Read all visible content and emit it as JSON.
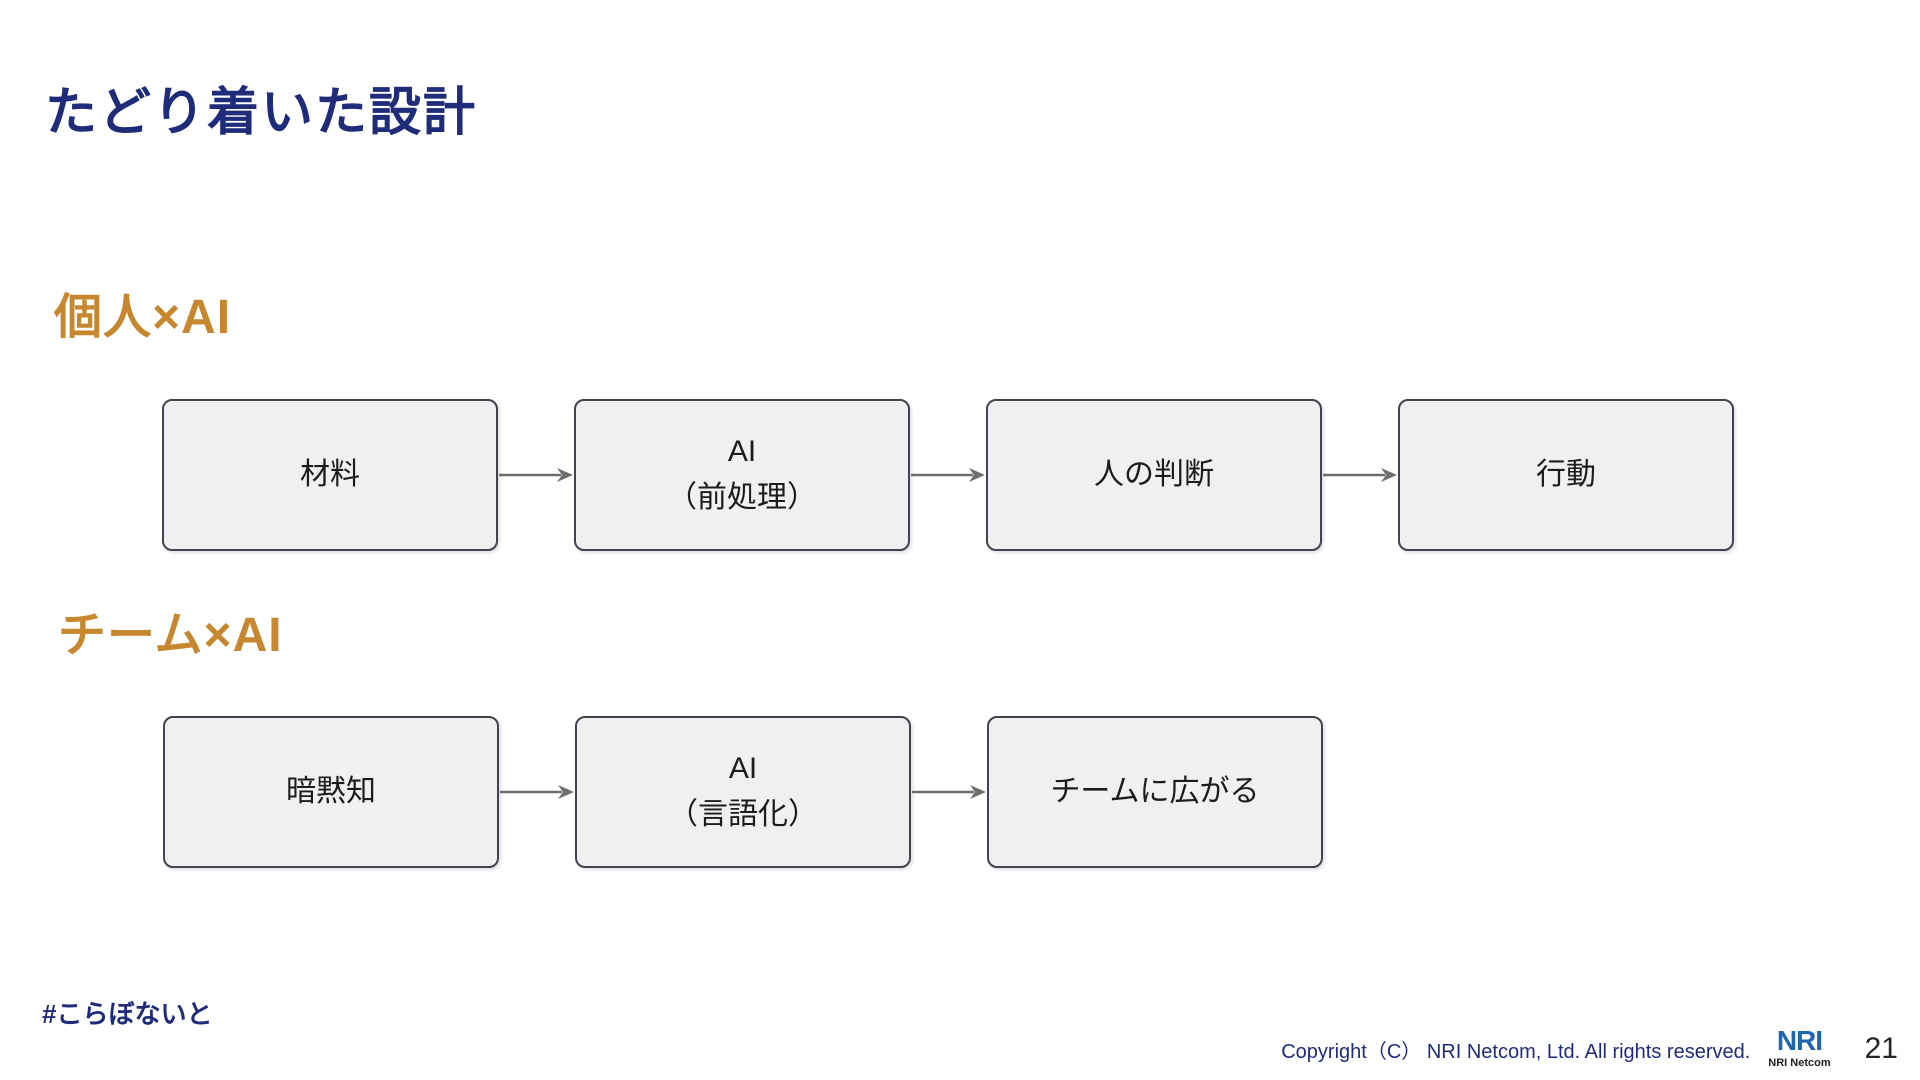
{
  "colors": {
    "navy": "#1F2C7A",
    "accent": "#C7872E",
    "box_fill": "#F0F0F0",
    "box_border": "#40444E",
    "arrow": "#6E6E6E",
    "logo_blue": "#1E64AE",
    "text_dark": "#1C1C1C"
  },
  "title": "たどり着いた設計",
  "sections": [
    {
      "heading": "個人×AI",
      "boxes": [
        [
          "材料"
        ],
        [
          "AI",
          "（前処理）"
        ],
        [
          "人の判断"
        ],
        [
          "行動"
        ]
      ]
    },
    {
      "heading": "チーム×AI",
      "boxes": [
        [
          "暗黙知"
        ],
        [
          "AI",
          "（言語化）"
        ],
        [
          "チームに広がる"
        ]
      ]
    }
  ],
  "footer": {
    "hashtag": "#こらぼないと",
    "copyright": "Copyright（C） NRI Netcom, Ltd. All rights reserved.",
    "logo_text": "NRI",
    "logo_subtext": "NRI Netcom",
    "page_number": "21"
  }
}
